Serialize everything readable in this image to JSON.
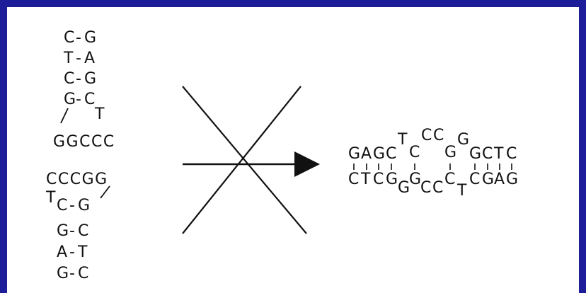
{
  "colors": {
    "frame": "#1d1c99",
    "panel": "#ffffff",
    "ink": "#111111"
  },
  "left_hairpins": {
    "top": {
      "pairs": [
        {
          "left": "C",
          "bond": "-",
          "right": "G"
        },
        {
          "left": "T",
          "bond": "-",
          "right": "A"
        },
        {
          "left": "C",
          "bond": "-",
          "right": "G"
        },
        {
          "left": "G",
          "bond": "-",
          "right": "C"
        }
      ],
      "loop_right": "T",
      "bottom_line": "GGCCC"
    },
    "bottom": {
      "top_line": "CCCGG",
      "loop_left": "T",
      "pairs": [
        {
          "left": "C",
          "bond": "-",
          "right": "G"
        },
        {
          "left": "G",
          "bond": "-",
          "right": "C"
        },
        {
          "left": "A",
          "bond": "-",
          "right": "T"
        },
        {
          "left": "G",
          "bond": "-",
          "right": "C"
        }
      ]
    }
  },
  "right_duplex": {
    "top_strand": [
      "G",
      "A",
      "G",
      "C",
      "T",
      "C",
      "C",
      "C",
      "G",
      "G",
      "G",
      "C",
      "T",
      "C"
    ],
    "bottom_strand": [
      "C",
      "T",
      "C",
      "G",
      "G",
      "G",
      "C",
      "C",
      "C",
      "T",
      "C",
      "G",
      "A",
      "G"
    ]
  }
}
